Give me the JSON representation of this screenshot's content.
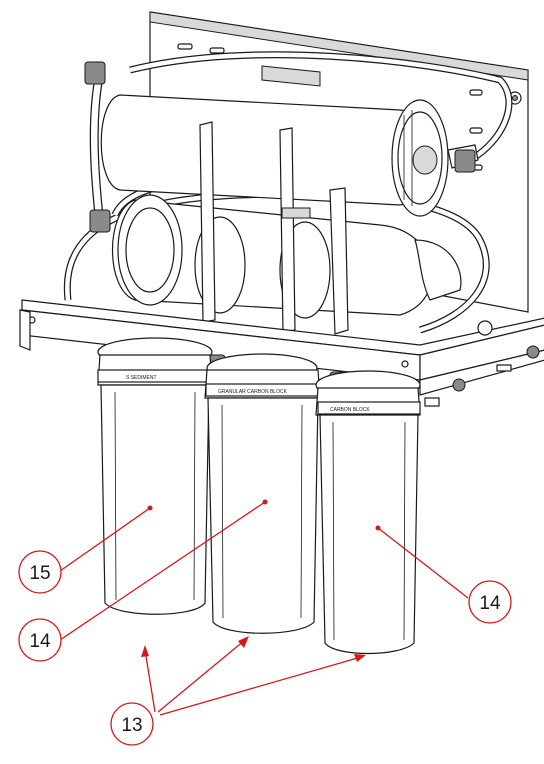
{
  "callouts": [
    {
      "id": "c15",
      "label": "15"
    },
    {
      "id": "c14a",
      "label": "14"
    },
    {
      "id": "c14b",
      "label": "14"
    },
    {
      "id": "c13",
      "label": "13"
    }
  ],
  "colors": {
    "callout": "#d11a1a",
    "ink": "#1a1a1a",
    "metal": "#d9d9d9"
  }
}
